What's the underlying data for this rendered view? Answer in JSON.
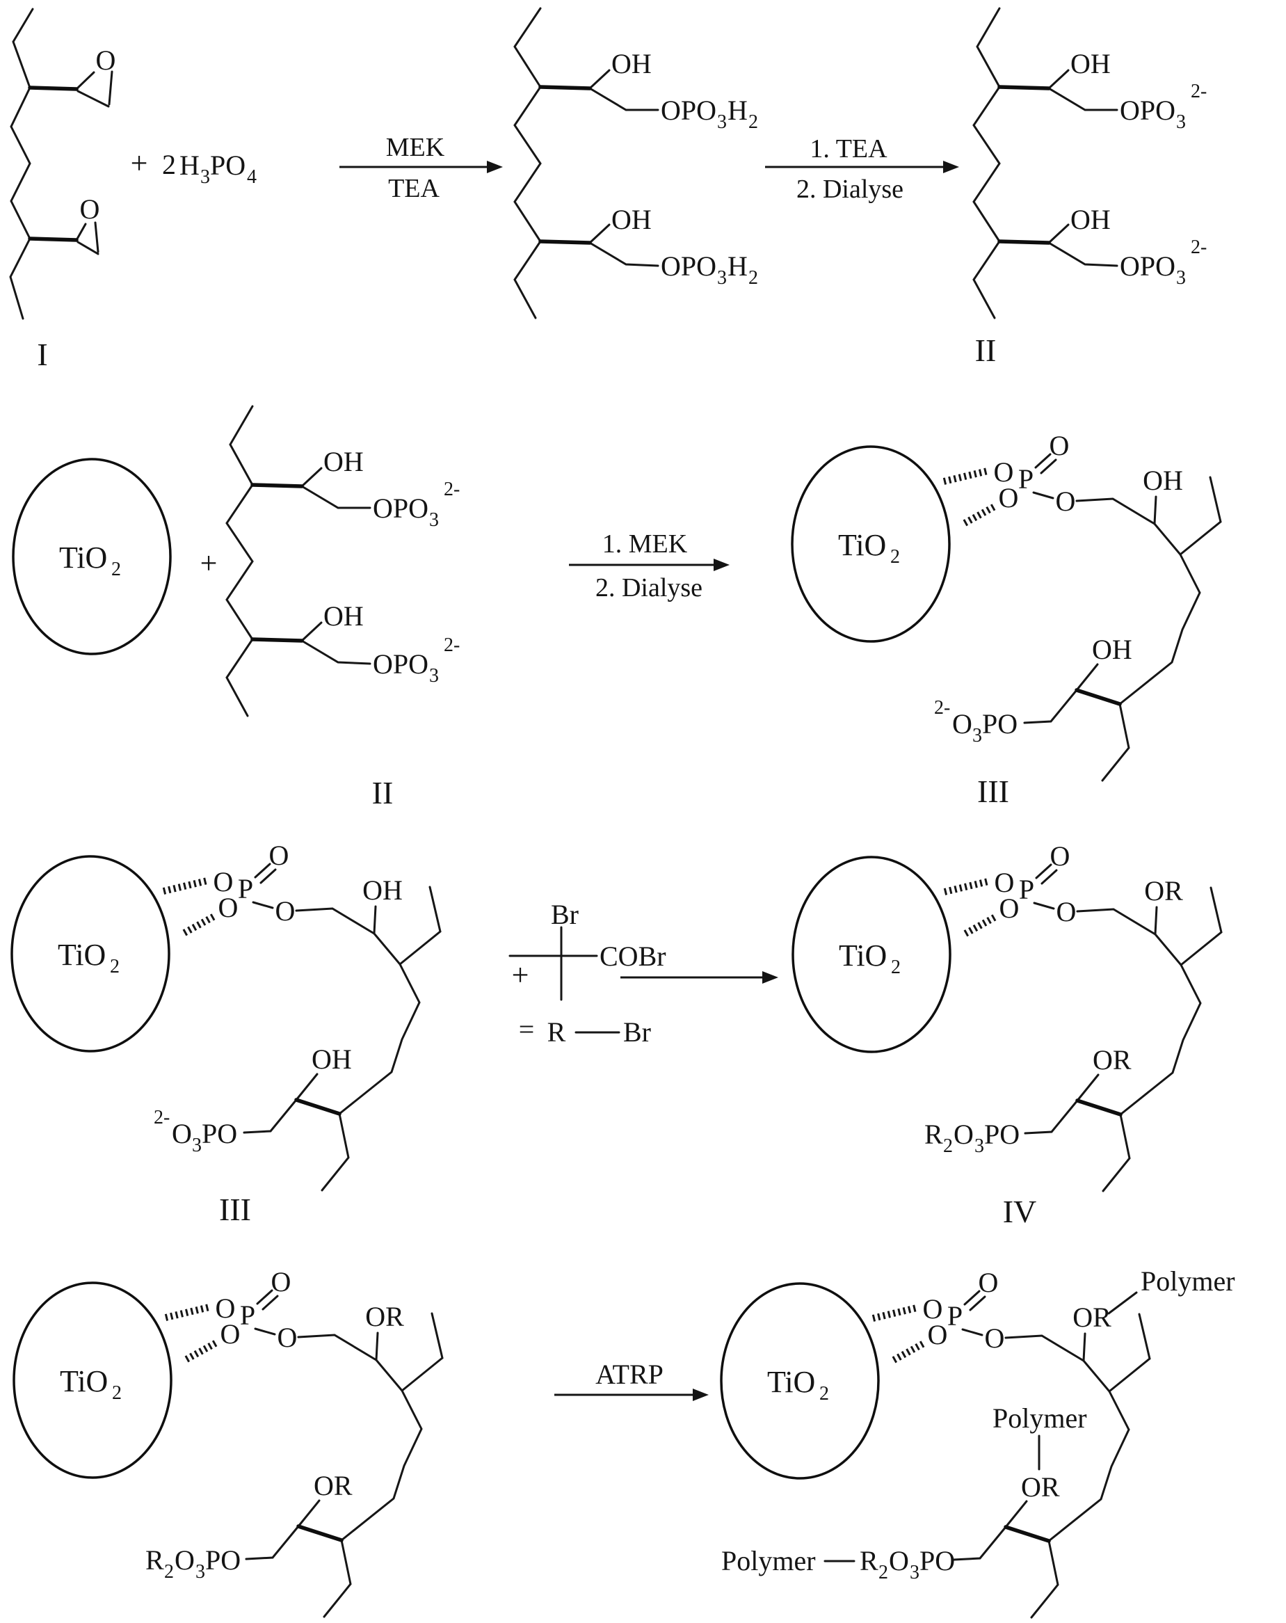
{
  "figure": {
    "kind": "chemical reaction scheme",
    "rows": 4,
    "summary_labels_visible": [
      "I",
      "II",
      "III",
      "IV"
    ]
  },
  "tokens": {
    "plus": "+",
    "equals": "=",
    "coefficient_2": "2",
    "O": "O",
    "P": "P",
    "H": "H",
    "R": "R",
    "OH": "OH",
    "OR": "OR",
    "PO": "PO",
    "OPO": "OPO",
    "TiO": "TiO",
    "Br": "Br",
    "COBr": "COBr",
    "Polymer": "Polymer",
    "sub_2": "2",
    "sub_3": "3",
    "sub_4": "4",
    "sup_2minus": "2-",
    "roman_I": "I",
    "roman_II": "II",
    "roman_III": "III",
    "roman_IV": "IV"
  },
  "arrows": {
    "step1": {
      "above": "MEK",
      "below": "TEA"
    },
    "step2": {
      "above": "1. TEA",
      "below": "2. Dialyse"
    },
    "step3": {
      "above": "1. MEK",
      "below": "2. Dialyse"
    },
    "step5": {
      "above": "ATRP"
    }
  }
}
